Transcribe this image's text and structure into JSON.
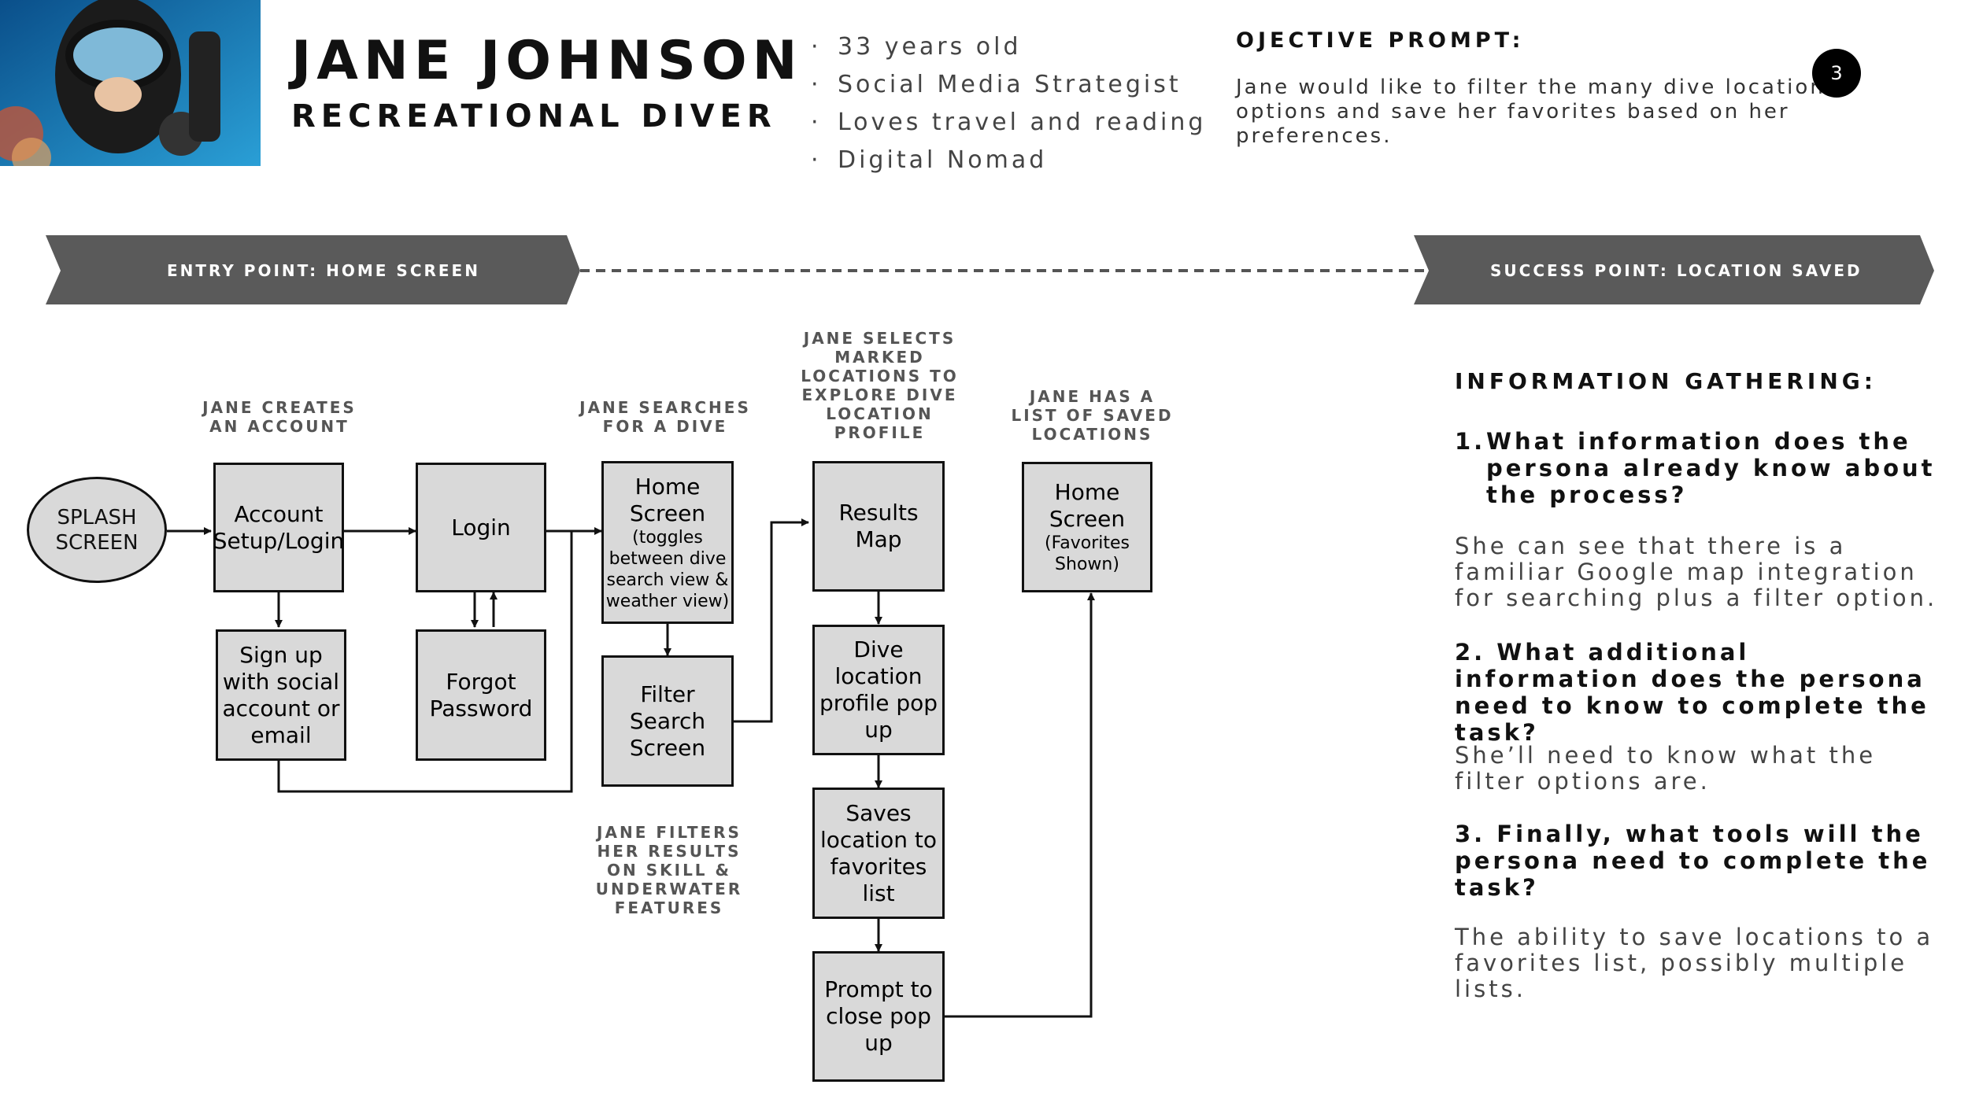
{
  "persona": {
    "name": "JANE JOHNSON",
    "role": "RECREATIONAL DIVER",
    "facts": [
      "33 years old",
      "Social Media Strategist",
      "Loves travel and reading",
      "Digital Nomad"
    ]
  },
  "objective": {
    "title": "OJECTIVE PROMPT:",
    "body": "Jane would like to filter the many dive location options and save her favorites based on her preferences."
  },
  "page_number": "3",
  "banners": {
    "entry": "ENTRY POINT: HOME SCREEN",
    "success": "SUCCESS POINT: LOCATION SAVED"
  },
  "step_labels": {
    "creates_account": "JANE CREATES\nAN ACCOUNT",
    "searches": "JANE SEARCHES\nFOR A DIVE",
    "selects": "JANE SELECTS\nMARKED\nLOCATIONS TO\nEXPLORE DIVE\nLOCATION\nPROFILE",
    "saved_list": "JANE HAS A\nLIST OF SAVED\nLOCATIONS",
    "filters": "JANE FILTERS\nHER RESULTS\nON SKILL &\nUNDERWATER\nFEATURES"
  },
  "nodes": {
    "splash": "SPLASH\nSCREEN",
    "account": "Account\nSetup/Login",
    "login": "Login",
    "signup": "Sign up\nwith social\naccount or\nemail",
    "forgot": "Forgot\nPassword",
    "home_title": "Home\nScreen",
    "home_sub": "(toggles\nbetween dive\nsearch view &\nweather view)",
    "filter": "Filter\nSearch\nScreen",
    "results": "Results\nMap",
    "dive_profile": "Dive\nlocation\nprofile pop\nup",
    "saves": "Saves\nlocation to\nfavorites list",
    "prompt_close": "Prompt to\nclose pop\nup",
    "home2_title": "Home\nScreen",
    "home2_sub": "(Favorites\nShown)"
  },
  "info": {
    "title": "INFORMATION GATHERING:",
    "q1_num": "1.",
    "q1": "What information does the persona already know about the process?",
    "a1": "She can see that there is a familiar Google map integration for searching plus a filter option.",
    "q2": "2. What additional information does the persona need to know to complete the task?",
    "a2": "She’ll need to know what the filter options are.",
    "q3": "3. Finally, what tools will the persona need to complete the task?",
    "a3": "The ability to save locations to a favorites list, possibly multiple lists."
  },
  "colors": {
    "banner": "#5a5a5a",
    "box_fill": "#d9d9d9",
    "label_gray": "#555555"
  }
}
